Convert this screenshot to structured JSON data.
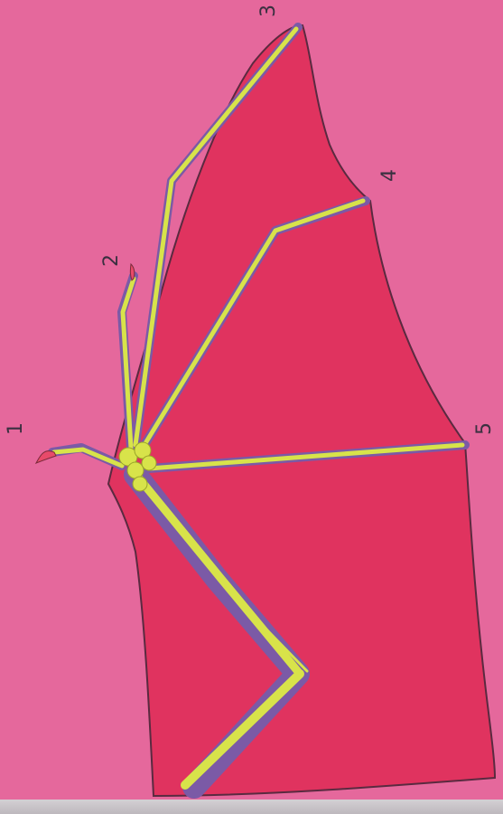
{
  "labels": [
    "1",
    "2",
    "3",
    "4",
    "5"
  ],
  "colors": {
    "background": "#e5689c",
    "membrane": "#e0335f",
    "membrane_outline": "#5a2a40",
    "bone_sheath": "#7b5aa6",
    "bone": "#d8e34a",
    "claw": "#e84a6a"
  }
}
